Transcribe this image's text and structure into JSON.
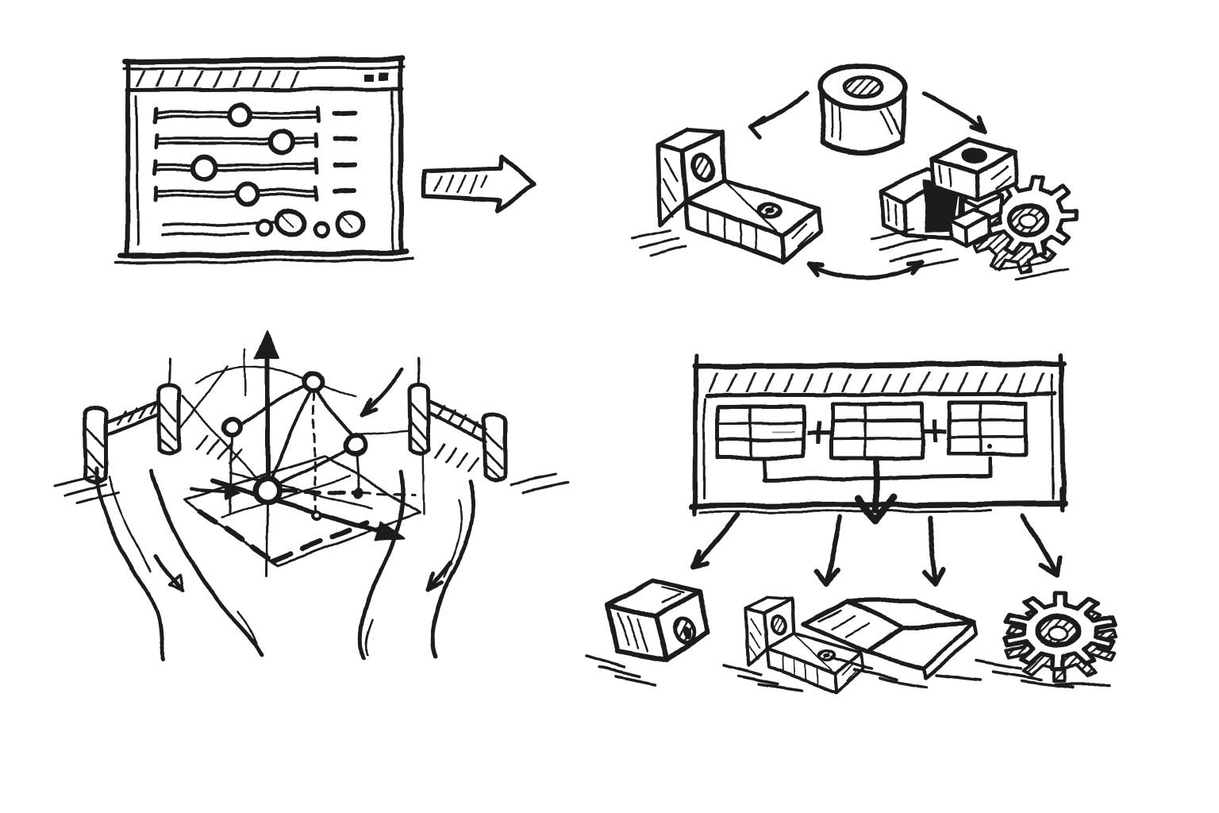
{
  "style": {
    "background": "#ffffff",
    "ink": "#1d1d1d",
    "technique": "hand-drawn marker sketch, black ink on white"
  },
  "quadrants": {
    "parameter_window": {
      "kind": "sketched settings window",
      "title_bar": "diagonal hatching",
      "window_buttons": 2,
      "sliders": [
        {
          "knob_position": 0.52
        },
        {
          "knob_position": 0.78
        },
        {
          "knob_position": 0.3
        },
        {
          "knob_position": 0.57
        }
      ],
      "value_dashes": 4,
      "footer": {
        "text_lines": 2,
        "circles": 4
      }
    },
    "transform_arrow": {
      "kind": "block arrow",
      "direction": "right",
      "shaft": "hatched"
    },
    "part_cycle": {
      "kind": "cycle of machined parts",
      "parts": [
        "ring-bushing",
        "l-bracket-with-holes",
        "notched-block-with-gear"
      ],
      "curved_arrows": 3
    },
    "design_space": {
      "kind": "3d coordinate design space",
      "axes": [
        "up",
        "diagonal-right"
      ],
      "graph_nodes": 6,
      "barriers": 2,
      "winding_paths": 2,
      "path_arrows": 2,
      "incoming_arrow": 1
    },
    "assembly_window": {
      "kind": "sketched document window",
      "title_bar": "diagonal hatching",
      "tables": 3,
      "plus": "+",
      "merge_bracket": true,
      "output_arrow": "down"
    },
    "output_row": {
      "kind": "generated parts",
      "parts": [
        "cube-with-hole",
        "l-bracket",
        "wedge-block",
        "gear"
      ],
      "fan_arrows": 4
    }
  }
}
